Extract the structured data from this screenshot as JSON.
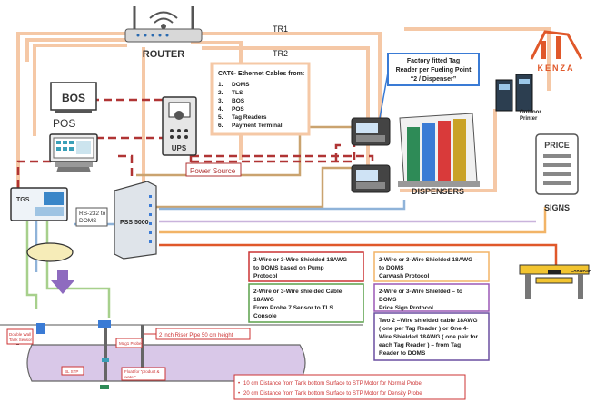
{
  "router": {
    "label": "ROUTER"
  },
  "trunks": {
    "tr1": "TR1",
    "tr2": "TR2"
  },
  "bos": {
    "label": "BOS"
  },
  "pos": {
    "label": "POS"
  },
  "ups": {
    "label": "UPS"
  },
  "power_source": {
    "label": "Power Source"
  },
  "tgs": {
    "label": "TGS"
  },
  "rs232": {
    "line1": "RS-232 to",
    "line2": "DOMS"
  },
  "pss": {
    "label": "PSS 5000"
  },
  "cat6": {
    "title": "CAT6- Ethernet Cables from:",
    "items": [
      {
        "num": "1.",
        "text": "DOMS"
      },
      {
        "num": "2.",
        "text": "TLS"
      },
      {
        "num": "3.",
        "text": "BOS"
      },
      {
        "num": "4.",
        "text": "POS"
      },
      {
        "num": "5.",
        "text": "Tag Readers"
      },
      {
        "num": "6.",
        "text": "Payment Terminal"
      }
    ]
  },
  "tag_reader_note": {
    "line1": "Factory fitted Tag",
    "line2": "Reader per Fueling Point",
    "line3": "“2 / Dispenser”"
  },
  "dispensers": {
    "label": "DISPENSERS"
  },
  "outdoor_printer": {
    "line1": "Outdoor",
    "line2": "Printer"
  },
  "price_sign": {
    "title": "PRICE",
    "label": "SIGNS"
  },
  "carwash": {
    "label": "CARWASH"
  },
  "logo": {
    "text": "KENZA"
  },
  "notes": {
    "pump": [
      "2-Wire or 3-Wire Shielded 18AWG",
      "to DOMS based on Pump",
      "Protocol"
    ],
    "probe": [
      "2-Wire or 3-Wire shielded Cable",
      "18AWG",
      "From Probe  7 Sensor to TLS",
      "Console"
    ],
    "carwash": [
      "2-Wire or 3-Wire Shielded 18AWG –",
      "to DOMS",
      "Carwash Protocol"
    ],
    "price": [
      "2-Wire or 3-Wire Shielded – to",
      "DOMS",
      "Price Sign Protocol"
    ],
    "tag": [
      "Two 2 –Wire shielded cable 18AWG",
      "( one per Tag Reader ) or One 4-",
      "Wire Shielded 18AWG ( one pair for",
      "each Tag Reader ) – from Tag",
      "Reader to DOMS"
    ]
  },
  "tank": {
    "double_wall": [
      "Double Wall",
      "Tank Sensor"
    ],
    "stp": "BL STP",
    "float": [
      "Float for “product &",
      "water”"
    ],
    "mag": "Mag1 Probe",
    "riser": "2 inch Riser Pipe 50 cm height",
    "distances": [
      "10 cm Distance from Tank bottom Surface to STP Motor for Normal Probe",
      "20 cm Distance from Tank bottom Surface to STP Motor for Density Probe"
    ]
  },
  "colors": {
    "ethernet": "#f5c8a6",
    "power": "#b03434",
    "serial": "#8fb3d9",
    "probe_cable": "#a7d08c",
    "tag_cable": "#c9b3dc",
    "carwash_cable": "#f2b467",
    "accent_orange": "#e0582a",
    "tank_fill": "#d9c8e8"
  }
}
